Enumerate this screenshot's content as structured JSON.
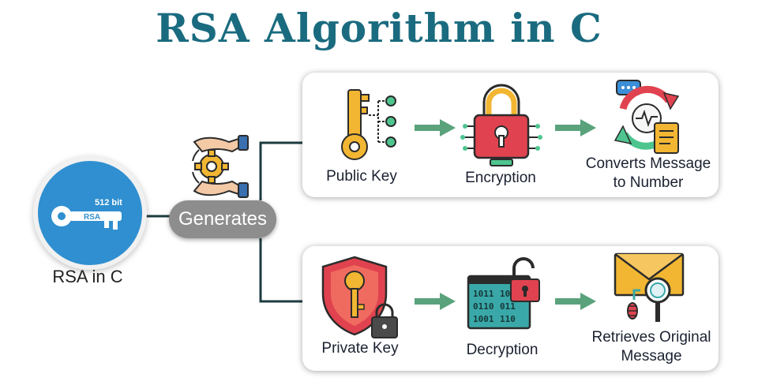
{
  "title": "RSA Algorithm in C",
  "root": {
    "label": "RSA in C",
    "badge_bits": "512 bit",
    "badge_name": "RSA"
  },
  "hub": {
    "label": "Generates"
  },
  "public_flow": {
    "step1": "Public Key",
    "step2": "Encryption",
    "step3_line1": "Converts Message",
    "step3_line2": "to Number"
  },
  "private_flow": {
    "step1": "Private Key",
    "step2": "Decryption",
    "step3_line1": "Retrieves Original",
    "step3_line2": "Message"
  },
  "colors": {
    "title": "#1a6b7f",
    "root_fill": "#2f8fd0",
    "hub_fill": "#8d8d8d",
    "arrow": "#5aa27c",
    "connector": "#1c3b3f"
  }
}
